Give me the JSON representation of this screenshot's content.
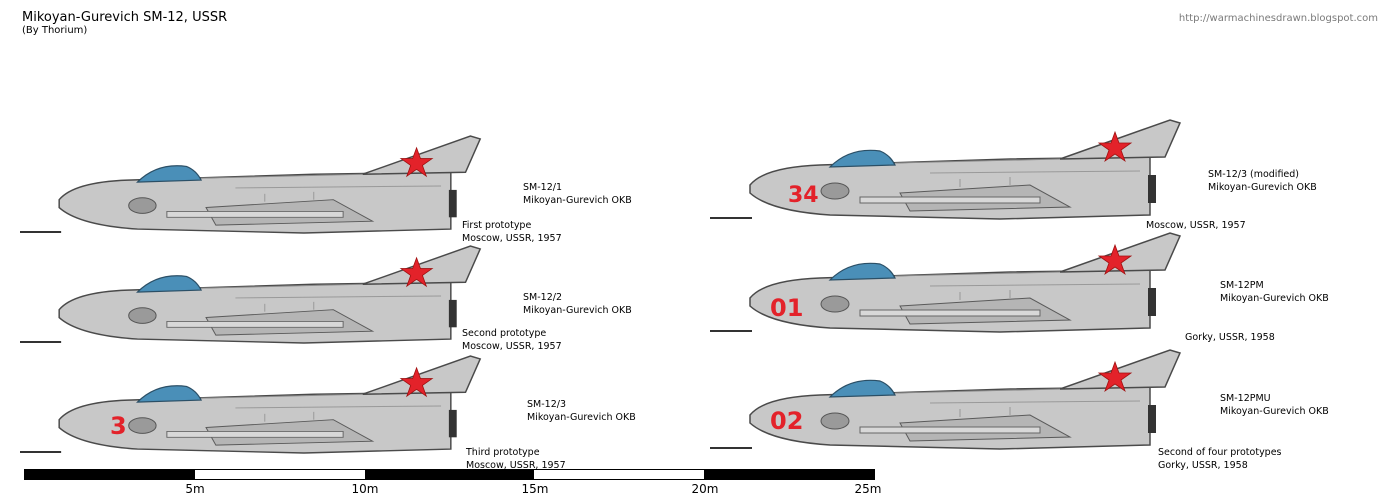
{
  "header": {
    "title": "Mikoyan-Gurevich SM-12, USSR",
    "author": "(By Thorium)",
    "website": "http://warmachinesdrawn.blogspot.com"
  },
  "aircraft": [
    {
      "designation": "SM-12/1",
      "maker": "Mikoyan-Gurevich OKB",
      "note": "First prototype",
      "place": "Moscow, USSR, 1957",
      "number": ""
    },
    {
      "designation": "SM-12/2",
      "maker": "Mikoyan-Gurevich OKB",
      "note": "Second prototype",
      "place": "Moscow, USSR, 1957",
      "number": ""
    },
    {
      "designation": "SM-12/3",
      "maker": "Mikoyan-Gurevich OKB",
      "note": "Third prototype",
      "place": "Moscow, USSR, 1957",
      "number": "3"
    },
    {
      "designation": "SM-12/3 (modified)",
      "maker": "Mikoyan-Gurevich OKB",
      "note": "",
      "place": "Moscow, USSR, 1957",
      "number": "34"
    },
    {
      "designation": "SM-12PM",
      "maker": "Mikoyan-Gurevich OKB",
      "note": "",
      "place": "Gorky, USSR, 1958",
      "number": "01"
    },
    {
      "designation": "SM-12PMU",
      "maker": "Mikoyan-Gurevich OKB",
      "note": "Second of four prototypes",
      "place": "Gorky, USSR, 1958",
      "number": "02"
    }
  ],
  "scale": {
    "ticks": [
      "5m",
      "10m",
      "15m",
      "20m",
      "25m"
    ]
  },
  "colors": {
    "fuselage": "#c8c8c8",
    "outline": "#4a4a4a",
    "star": "#e3222a",
    "canopy": "#4a8fb8",
    "radome": "#2f6b45"
  }
}
